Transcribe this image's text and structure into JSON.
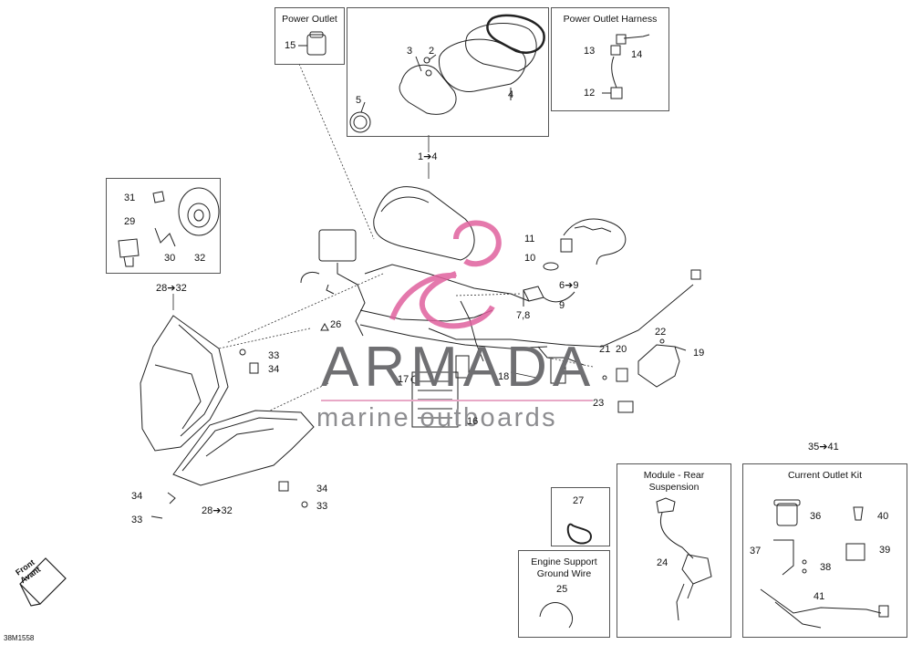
{
  "diagram_id": "38M1558",
  "watermark": {
    "title": "ARMADA",
    "subtitle": "marine outboards"
  },
  "front_sign": {
    "line1": "Front",
    "line2": "Avant"
  },
  "boxes": {
    "power_outlet": "Power Outlet",
    "power_outlet_harness": "Power Outlet Harness",
    "module_rear_suspension": "Module - Rear\nSuspension",
    "engine_support_ground_wire": "Engine Support\nGround Wire",
    "current_outlet_kit": "Current Outlet Kit"
  },
  "callouts": {
    "c15": "15",
    "c3": "3",
    "c2": "2",
    "c5": "5",
    "c4": "4",
    "c1_4": "1➔4",
    "c13": "13",
    "c14": "14",
    "c12": "12",
    "c31": "31",
    "c29": "29",
    "c30": "30",
    "c32": "32",
    "c28_32_top": "28➔32",
    "c11": "11",
    "c10": "10",
    "c6_9": "6➔9",
    "c9": "9",
    "c7_8": "7,8",
    "c26": "26",
    "c33_a": "33",
    "c34_a": "34",
    "c17": "17",
    "c16": "16",
    "c18": "18",
    "c21": "21",
    "c20": "20",
    "c22": "22",
    "c19": "19",
    "c23": "23",
    "c34_b": "34",
    "c33_b": "33",
    "c28_32_bottom": "28➔32",
    "c34_c": "34",
    "c33_c": "33",
    "c27": "27",
    "c24": "24",
    "c25": "25",
    "c35_41": "35➔41",
    "c36": "36",
    "c40": "40",
    "c37": "37",
    "c38": "38",
    "c39": "39",
    "c41": "41"
  },
  "colors": {
    "line": "#222222",
    "pink_logo": "#e0619e",
    "box_border": "#555555"
  }
}
